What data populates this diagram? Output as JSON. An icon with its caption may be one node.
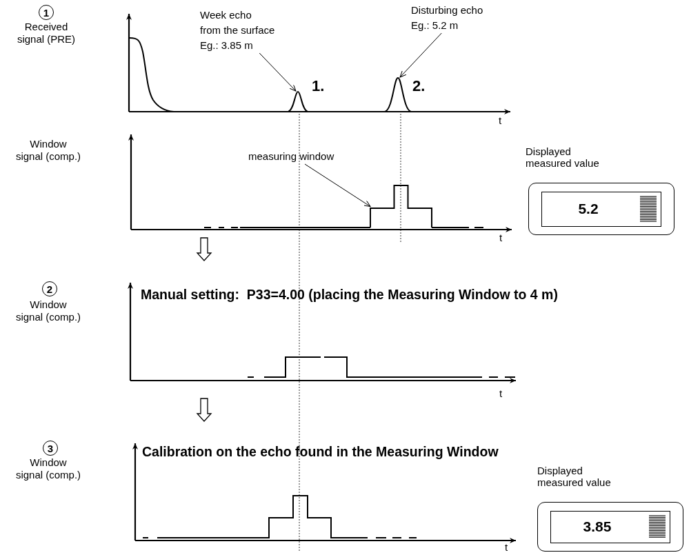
{
  "diagram": {
    "nodes": [
      {
        "text": [
          "1"
        ],
        "beside": [
          "Received signal (PRE)"
        ]
      },
      {
        "text": [
          "Week echo from the surface",
          "Eg.: 3.85 m"
        ]
      },
      {
        "text": [
          "Disturbing echo",
          "Eg.: 5.2 m"
        ]
      },
      {
        "text": [
          "measuring window"
        ]
      },
      {
        "text": [
          "5.2"
        ],
        "beside": [
          "Displayed measured value"
        ]
      },
      {
        "text": [
          "2"
        ],
        "beside": [
          "Window signal (comp.)"
        ]
      },
      {
        "text": [
          "3"
        ],
        "beside": [
          "Window signal (comp.)"
        ]
      },
      {
        "text": [
          "3.85"
        ],
        "beside": [
          "Displayed measured value"
        ]
      },
      {
        "text": [],
        "shape": "peak"
      },
      {
        "text": [],
        "shape": "peak"
      },
      {
        "text": [],
        "shape": "pulse"
      }
    ],
    "edges": [
      {
        "from": 1,
        "to": 8,
        "arrow": "to"
      },
      {
        "from": 2,
        "to": 9,
        "arrow": "to"
      },
      {
        "from": 3,
        "to": 10,
        "arrow": "to"
      }
    ],
    "labels": [
      "1.",
      "2.",
      "t",
      "Window signal (comp.)",
      "t",
      "Manual setting:  P33=4.00 (placing the Measuring Window to 4 m)",
      "t",
      "Calibration on the echo found in the Measuring Window",
      "t"
    ]
  }
}
